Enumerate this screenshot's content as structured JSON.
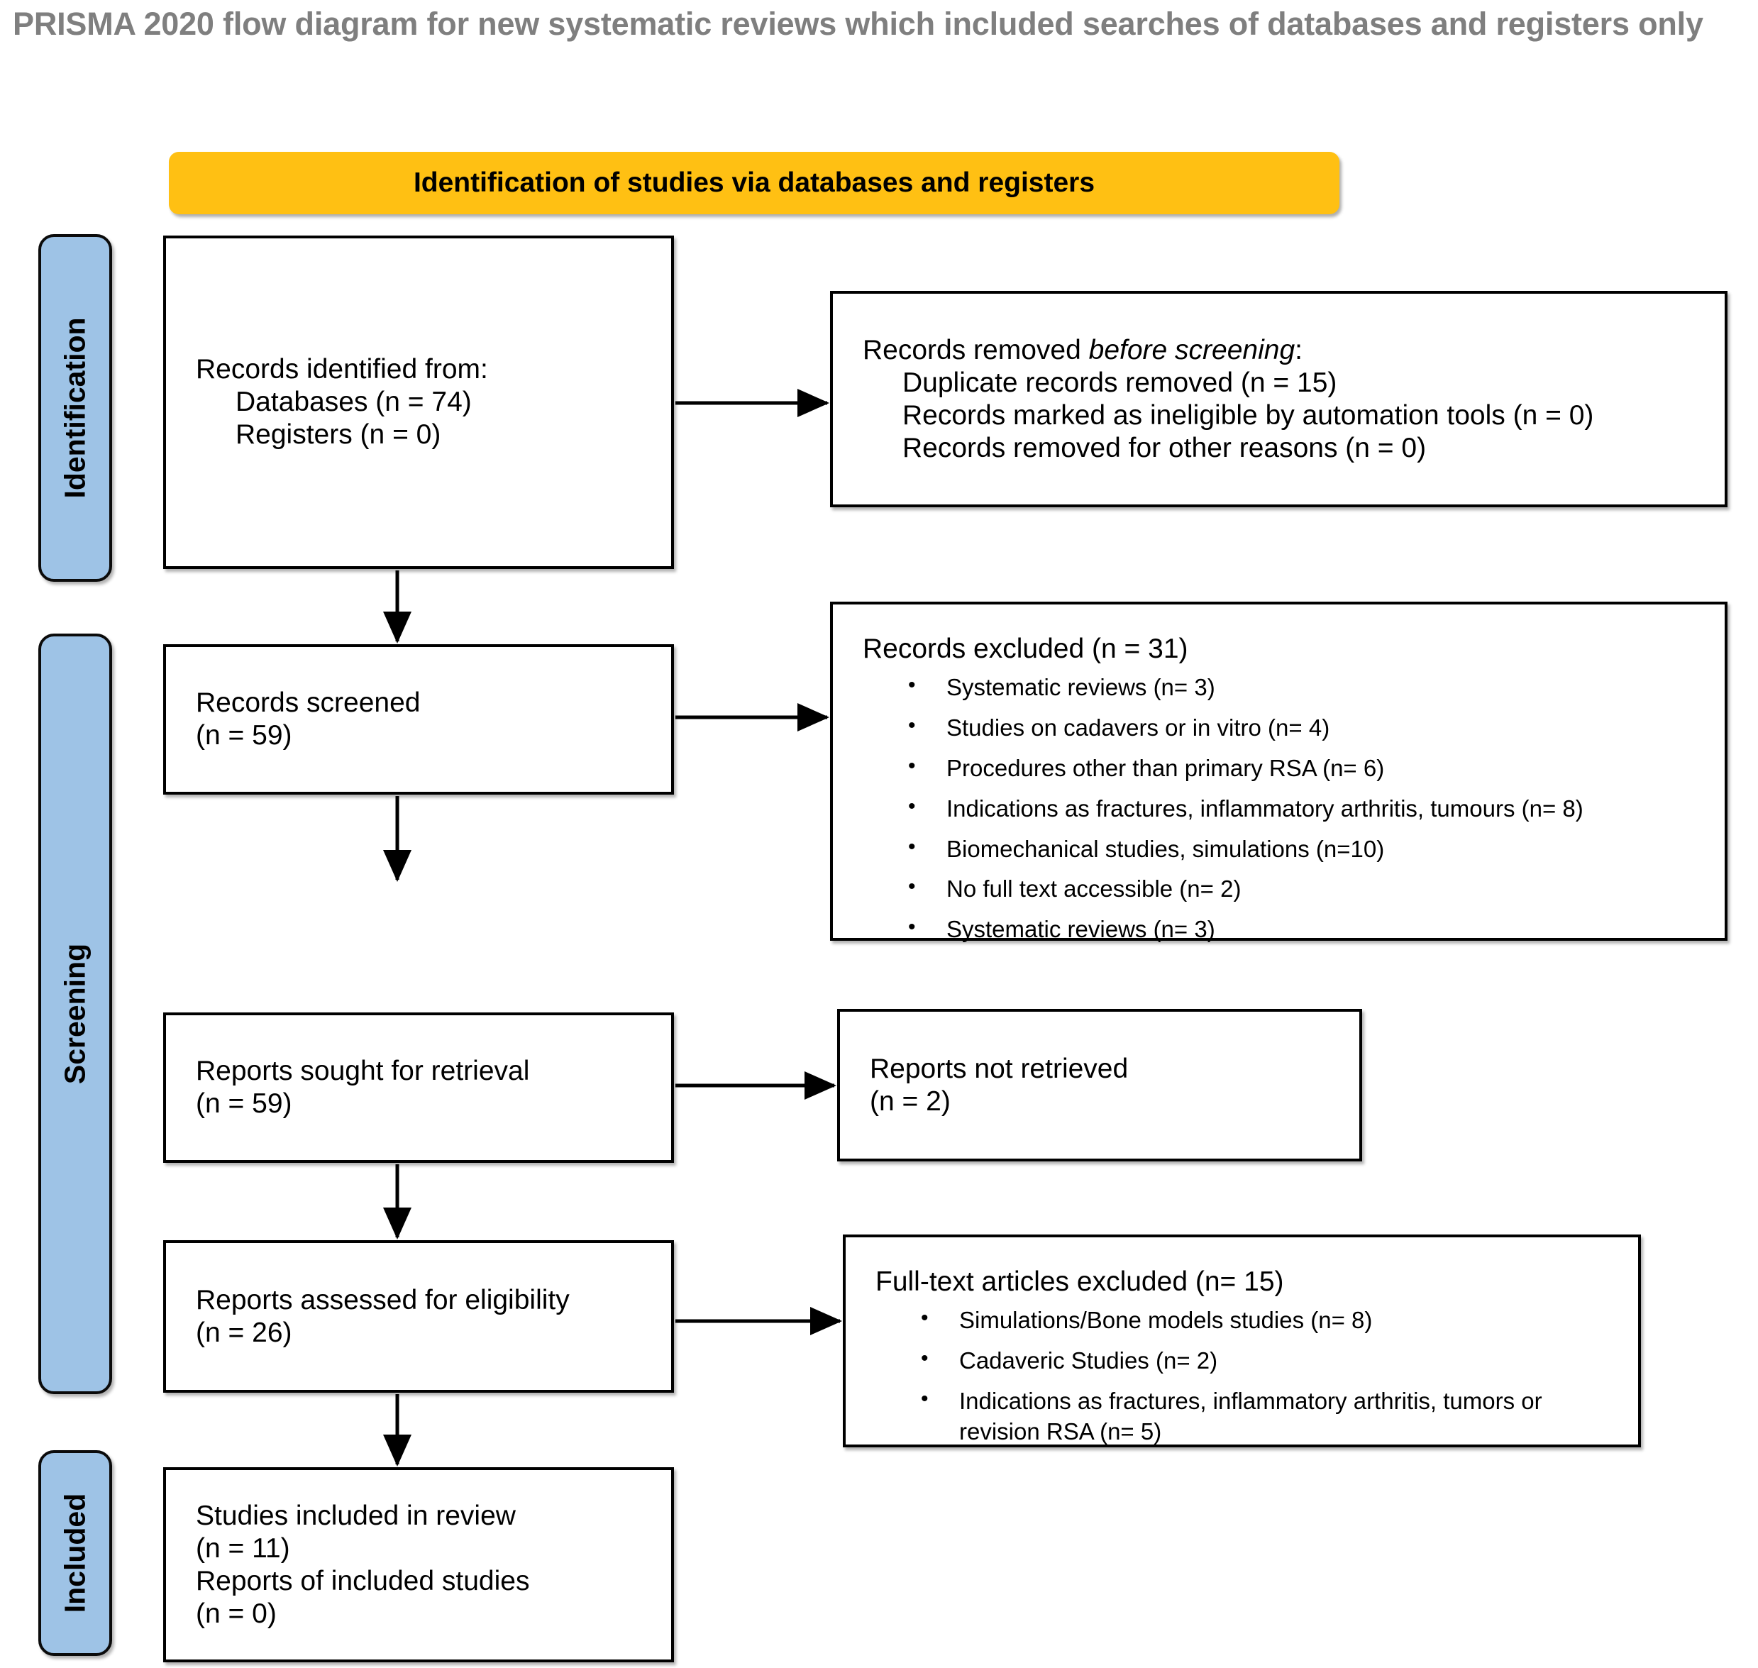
{
  "title": "PRISMA 2020 flow diagram for new systematic reviews which included searches of databases and registers only",
  "banner": {
    "label": "Identification of studies via databases and registers",
    "color": "#FFC013"
  },
  "stages": {
    "color": "#9EC3E6",
    "identification": "Identification",
    "screening": "Screening",
    "included": "Included"
  },
  "boxes": {
    "identified": {
      "line1": "Records identified from:",
      "line2": "Databases (n = 74)",
      "line3": "Registers (n = 0)"
    },
    "removed": {
      "heading_prefix": "Records removed ",
      "heading_italic": "before screening",
      "heading_suffix": ":",
      "line1": "Duplicate records removed (n = 15)",
      "line2": "Records marked as ineligible by automation tools (n = 0)",
      "line3": "Records removed for other reasons (n = 0)"
    },
    "screened": {
      "line1": "Records screened",
      "line2": "(n = 59)"
    },
    "excluded": {
      "heading": "Records excluded (n = 31)",
      "bullets": [
        "Systematic reviews (n= 3)",
        "Studies on cadavers or in vitro (n= 4)",
        "Procedures other than primary RSA (n= 6)",
        "Indications as fractures, inflammatory arthritis, tumours (n= 8)",
        "Biomechanical studies, simulations (n=10)",
        "No full text accessible (n= 2)",
        "Systematic reviews (n= 3)"
      ]
    },
    "sought": {
      "line1": "Reports sought for retrieval",
      "line2": "(n = 59)"
    },
    "not_retrieved": {
      "line1": "Reports not retrieved",
      "line2": "(n = 2)"
    },
    "assessed": {
      "line1": "Reports assessed for eligibility",
      "line2": "(n = 26)"
    },
    "fulltext_excluded": {
      "heading": "Full-text articles excluded (n= 15)",
      "bullets": [
        "Simulations/Bone models studies (n= 8)",
        "Cadaveric Studies (n= 2)",
        "Indications as fractures, inflammatory arthritis, tumors or revision RSA (n= 5)"
      ]
    },
    "included": {
      "line1": "Studies included in review",
      "line2": "(n = 11)",
      "line3": "Reports of included studies",
      "line4": "(n = 0)"
    }
  }
}
